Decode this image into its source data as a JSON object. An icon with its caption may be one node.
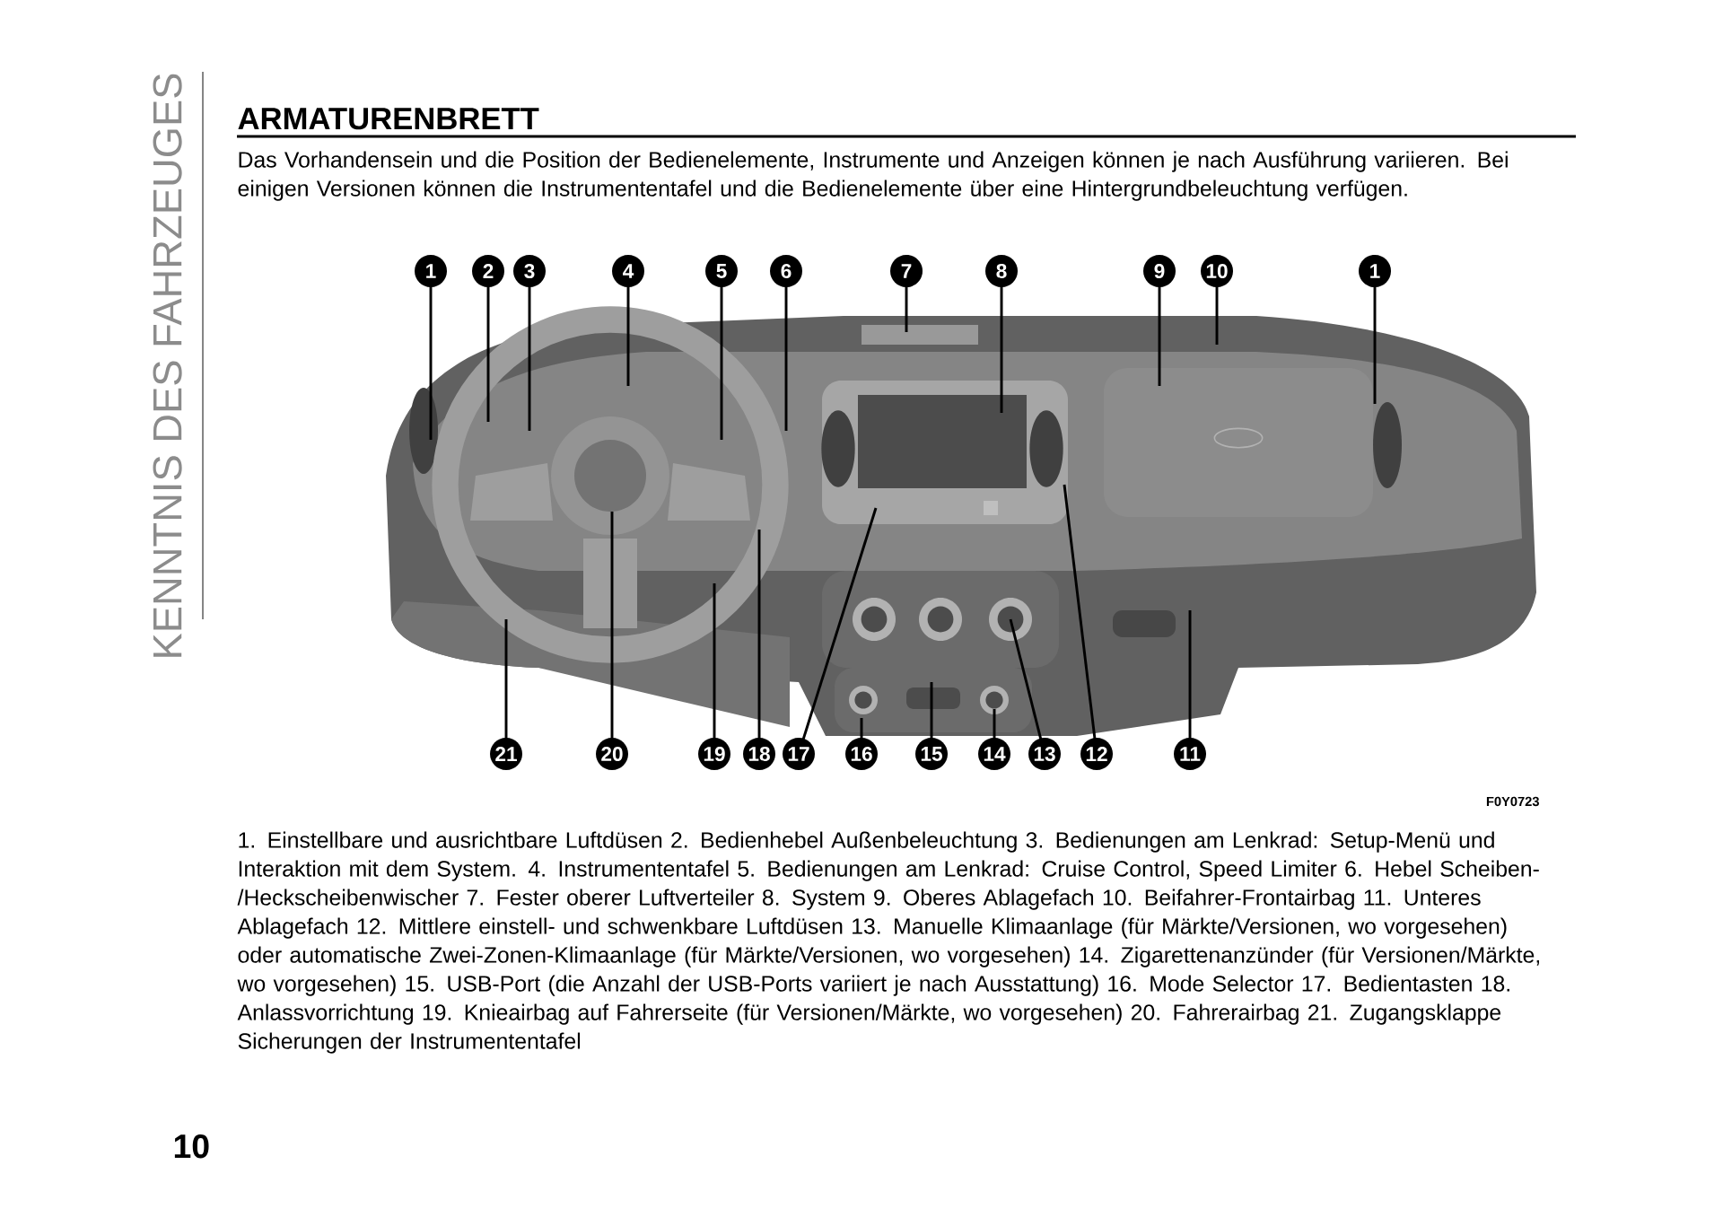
{
  "diagram": {
    "title": "ARMATURENBRETT",
    "nodes": [
      {
        "text": [
          "1"
        ]
      },
      {
        "text": [
          "2"
        ]
      },
      {
        "text": [
          "3"
        ]
      },
      {
        "text": [
          "4"
        ]
      },
      {
        "text": [
          "5"
        ]
      },
      {
        "text": [
          "6"
        ]
      },
      {
        "text": [
          "7"
        ]
      },
      {
        "text": [
          "8"
        ]
      },
      {
        "text": [
          "9"
        ]
      },
      {
        "text": [
          "10"
        ]
      },
      {
        "text": [
          "1"
        ]
      },
      {
        "text": [
          "21"
        ]
      },
      {
        "text": [
          "20"
        ]
      },
      {
        "text": [
          "19"
        ]
      },
      {
        "text": [
          "18"
        ]
      },
      {
        "text": [
          "17"
        ]
      },
      {
        "text": [
          "16"
        ]
      },
      {
        "text": [
          "15"
        ]
      },
      {
        "text": [
          "14"
        ]
      },
      {
        "text": [
          "13"
        ]
      },
      {
        "text": [
          "12"
        ]
      },
      {
        "text": [
          "11"
        ]
      }
    ],
    "edges": [
      {
        "from": 0,
        "to": null,
        "arrow": "none"
      },
      {
        "from": 1,
        "to": null,
        "arrow": "none"
      },
      {
        "from": 2,
        "to": null,
        "arrow": "none"
      },
      {
        "from": 3,
        "to": null,
        "arrow": "none"
      },
      {
        "from": 4,
        "to": null,
        "arrow": "none"
      },
      {
        "from": 5,
        "to": null,
        "arrow": "none"
      },
      {
        "from": 6,
        "to": null,
        "arrow": "none"
      },
      {
        "from": 7,
        "to": null,
        "arrow": "none"
      },
      {
        "from": 8,
        "to": null,
        "arrow": "none"
      },
      {
        "from": 9,
        "to": null,
        "arrow": "none"
      },
      {
        "from": 10,
        "to": null,
        "arrow": "none"
      },
      {
        "from": 11,
        "to": null,
        "arrow": "none"
      },
      {
        "from": 12,
        "to": null,
        "arrow": "none"
      },
      {
        "from": 13,
        "to": null,
        "arrow": "none"
      },
      {
        "from": 14,
        "to": null,
        "arrow": "none"
      },
      {
        "from": 15,
        "to": null,
        "arrow": "none"
      },
      {
        "from": 16,
        "to": null,
        "arrow": "none"
      },
      {
        "from": 17,
        "to": null,
        "arrow": "none"
      },
      {
        "from": 18,
        "to": null,
        "arrow": "none"
      },
      {
        "from": 19,
        "to": null,
        "arrow": "none"
      },
      {
        "from": 20,
        "to": null,
        "arrow": "none"
      },
      {
        "from": 21,
        "to": null,
        "arrow": "none"
      }
    ],
    "labels": [
      "KENNTNIS DES FAHRZEUGES",
      "Das Vorhandensein und die Position der Bedienelemente, Instrumente und Anzeigen können je nach Ausführung variieren. Bei einigen Versionen können die Instrumententafel und die Bedienelemente über eine Hintergrundbeleuchtung verfügen.",
      "F0Y0723",
      "1. Einstellbare und ausrichtbare Luftdüsen 2. Bedienhebel Außenbeleuchtung 3. Bedienungen am Lenkrad: Setup-Menü und Interaktion mit dem System. 4. Instrumententafel 5. Bedienungen am Lenkrad: Cruise Control, Speed Limiter 6. Hebel Scheiben-/Heckscheibenwischer 7. Fester oberer Luftverteiler 8. System 9. Oberes Ablagefach 10. Beifahrer-Frontairbag 11. Unteres Ablagefach 12. Mittlere einstell- und schwenkbare Luftdüsen 13. Manuelle Klimaanlage (für Märkte/Versionen, wo vorgesehen) oder automatische Zwei-Zonen-Klimaanlage (für Märkte/Versionen, wo vorgesehen) 14. Zigarettenanzünder (für Versionen/Märkte, wo vorgesehen) 15. USB-Port (die Anzahl der USB-Ports variiert je nach Ausstattung) 16. Mode Selector 17. Bedientasten 18. Anlassvorrichtung 19. Knieairbag auf Fahrerseite (für Versionen/Märkte, wo vorgesehen) 20. Fahrerairbag 21. Zugangsklappe Sicherungen der Instrumententafel",
      "10"
    ]
  }
}
